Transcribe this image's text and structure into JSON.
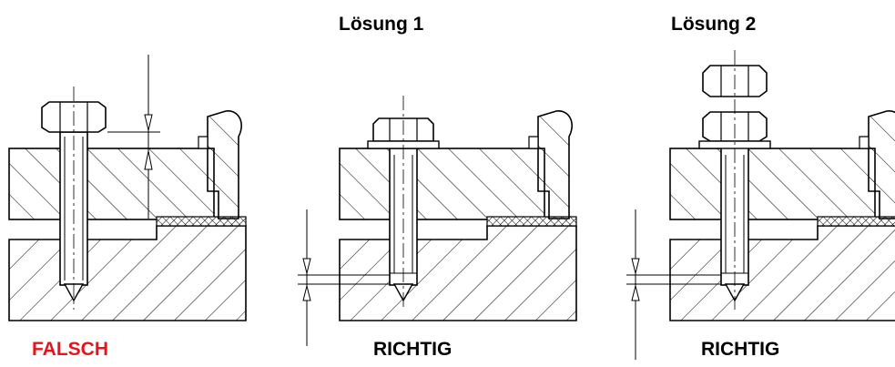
{
  "headings": {
    "solution1": "Lösung 1",
    "solution2": "Lösung 2"
  },
  "verdicts": {
    "wrong": "FALSCH",
    "right1": "RICHTIG",
    "right2": "RICHTIG"
  },
  "colors": {
    "wrong": "#e8141c",
    "right": "#000000",
    "line": "#000000"
  }
}
